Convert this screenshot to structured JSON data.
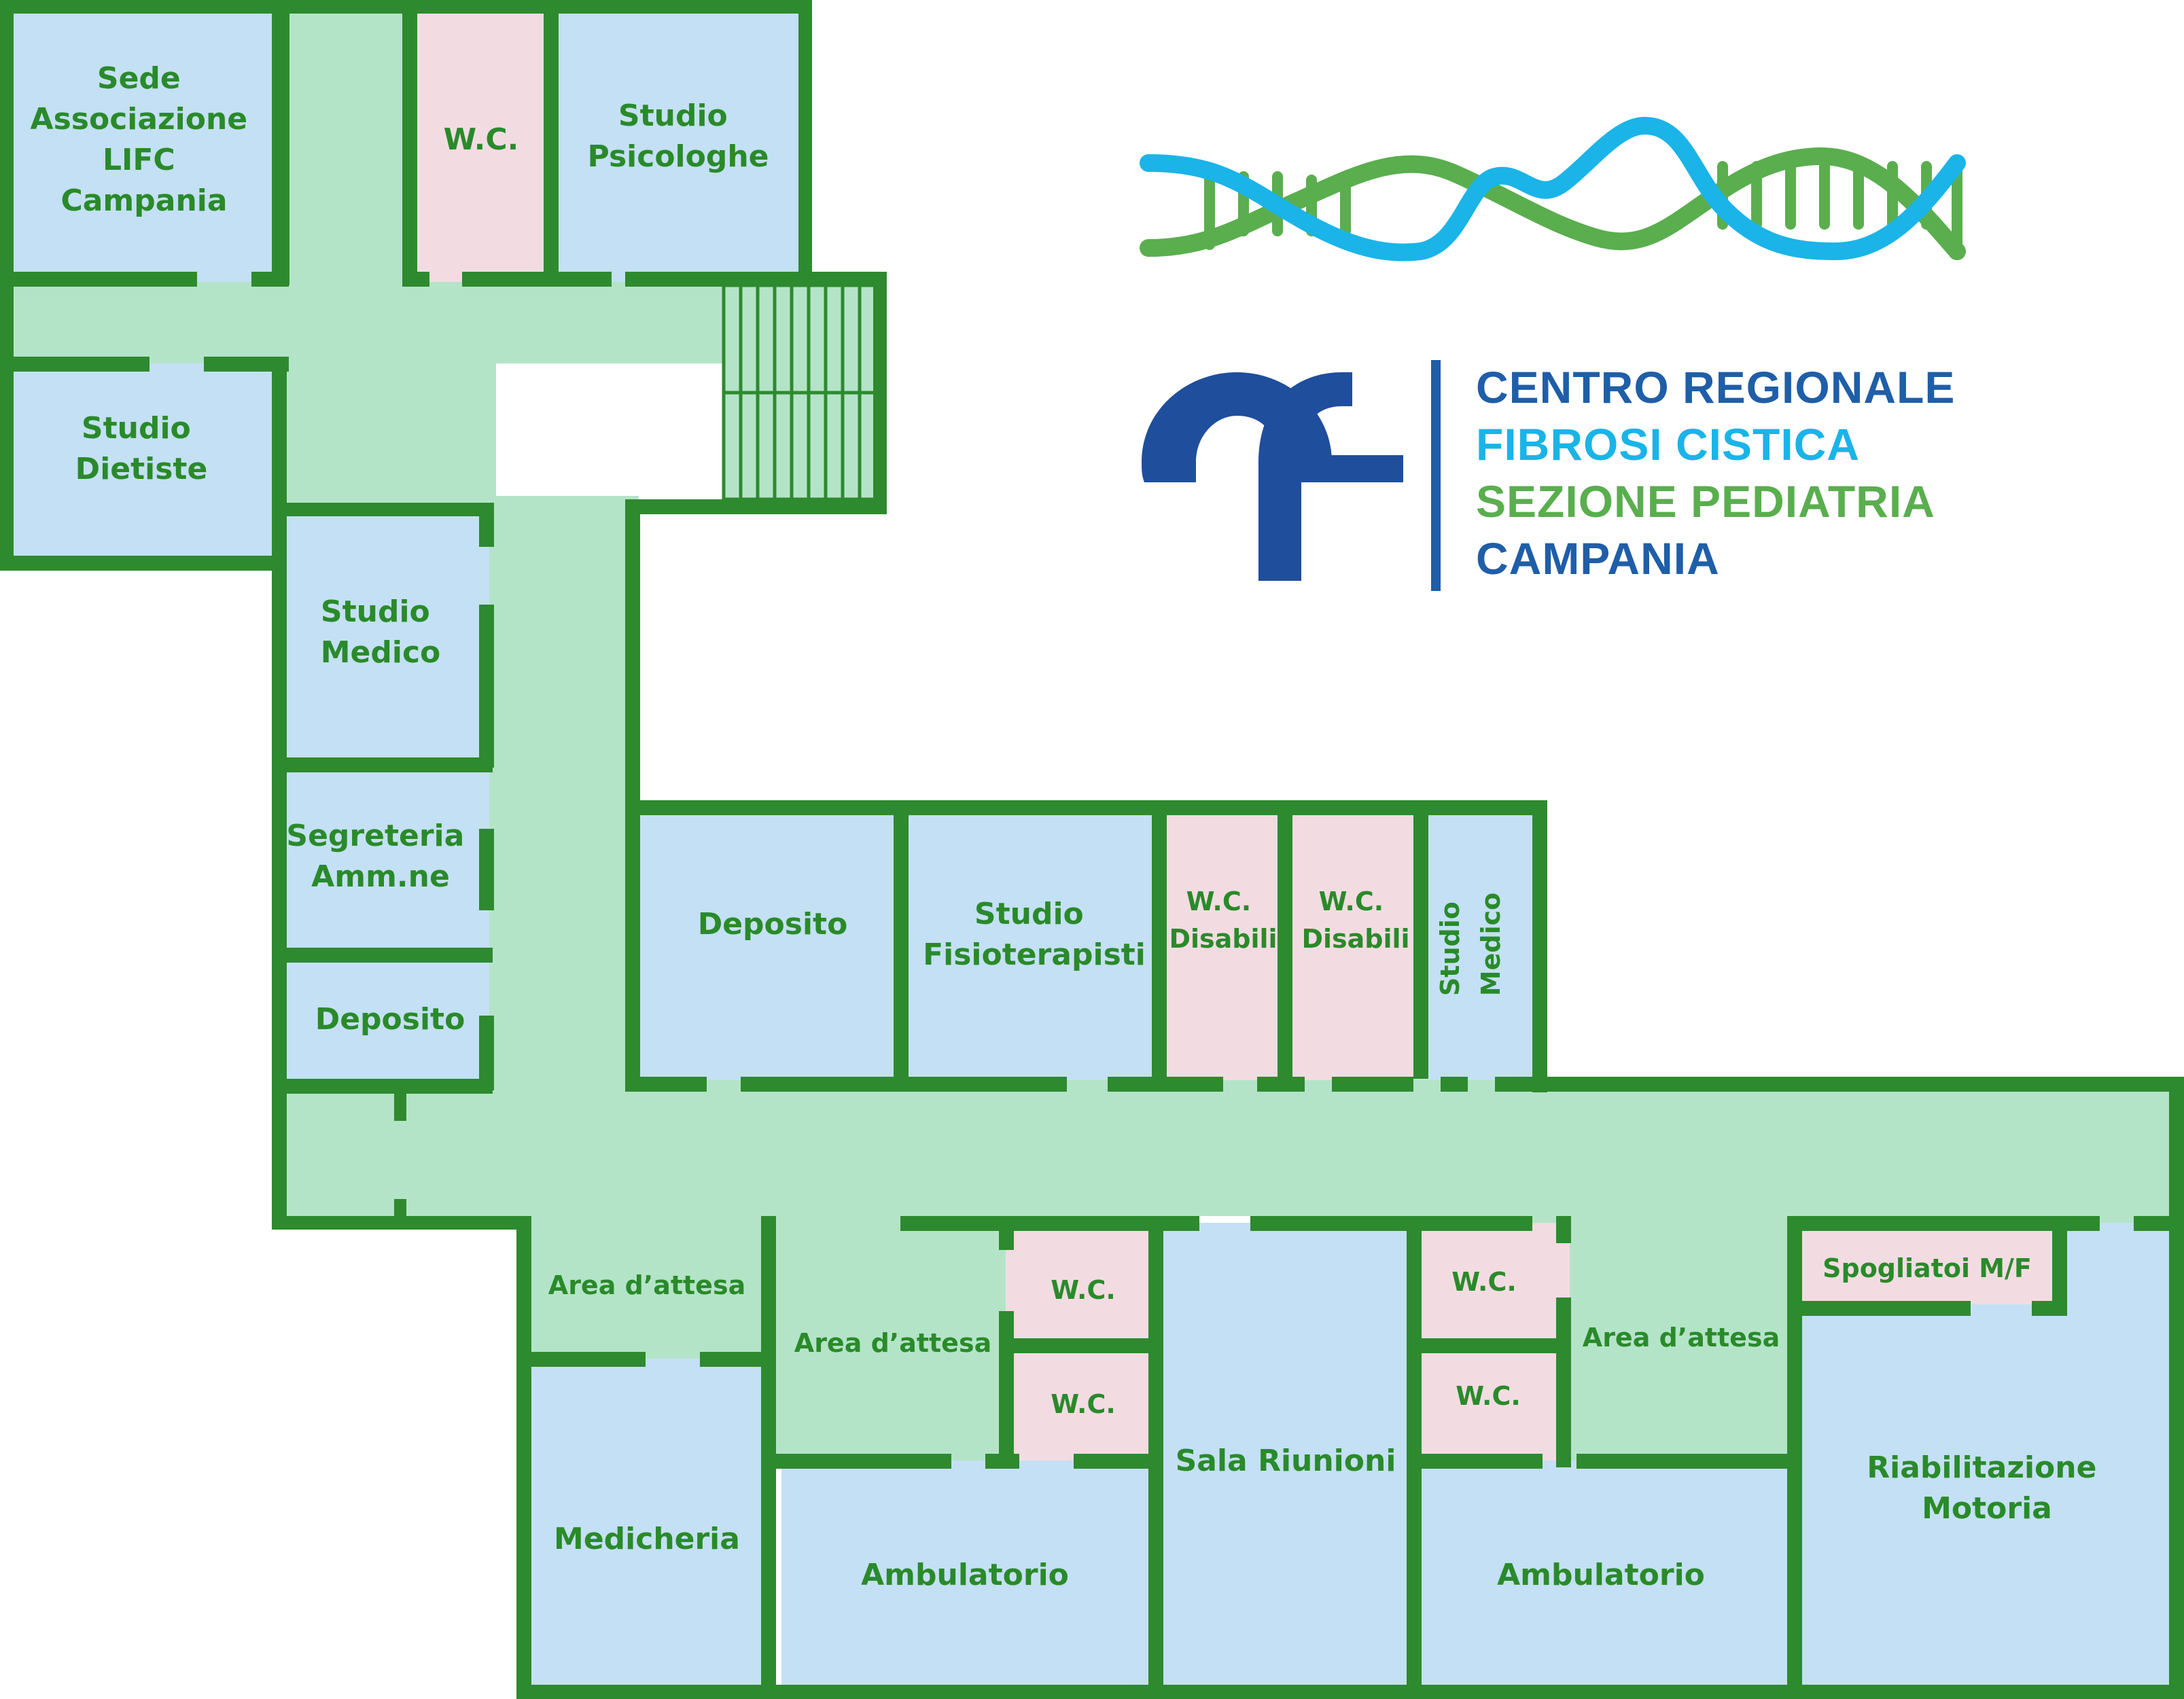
{
  "colors": {
    "wall": "#2e8a2e",
    "corridor": "#b4e4c8",
    "room": "#c4e0f4",
    "wc": "#f2dce2",
    "label": "#2a8a2a",
    "logo_dark_blue": "#1f4e9c",
    "logo_light_blue": "#1ab4e8",
    "logo_green": "#5aae4e"
  },
  "logo": {
    "mark": "cf",
    "lines": [
      {
        "text": "CENTRO REGIONALE",
        "color": "#1f5ea8"
      },
      {
        "text": "FIBROSI CISTICA",
        "color": "#1ab4e8"
      },
      {
        "text": "SEZIONE PEDIATRIA",
        "color": "#5aae4e"
      },
      {
        "text": "CAMPANIA",
        "color": "#1f5ea8"
      }
    ]
  },
  "rooms": {
    "sede": [
      "Sede",
      "Associazione",
      "LIFC",
      "Campania"
    ],
    "wc_top": [
      "W.C."
    ],
    "psicologhe": [
      "Studio",
      "Psicologhe"
    ],
    "dietiste": [
      "Studio",
      "Dietiste"
    ],
    "medico_left": [
      "Studio",
      "Medico"
    ],
    "segreteria": [
      "Segreteria",
      "Amm.ne"
    ],
    "deposito_left": [
      "Deposito"
    ],
    "deposito_mid": [
      "Deposito"
    ],
    "fisioterapisti": [
      "Studio",
      "Fisioterapisti"
    ],
    "wc_dis_1": [
      "W.C.",
      "Disabili"
    ],
    "wc_dis_2": [
      "W.C.",
      "Disabili"
    ],
    "medico_vertical": [
      "Studio",
      "Medico"
    ],
    "attesa_1": [
      "Area d’attesa"
    ],
    "attesa_2": [
      "Area d’attesa"
    ],
    "attesa_3": [
      "Area d’attesa"
    ],
    "wc_a1": [
      "W.C."
    ],
    "wc_a2": [
      "W.C."
    ],
    "wc_b1": [
      "W.C."
    ],
    "wc_b2": [
      "W.C."
    ],
    "spogliatoi": [
      "Spogliatoi M/F"
    ],
    "medicheria": [
      "Medicheria"
    ],
    "ambulatorio_1": [
      "Ambulatorio"
    ],
    "sala_riunioni": [
      "Sala Riunioni"
    ],
    "ambulatorio_2": [
      "Ambulatorio"
    ],
    "riabilitazione": [
      "Riabilitazione",
      "Motoria"
    ]
  }
}
